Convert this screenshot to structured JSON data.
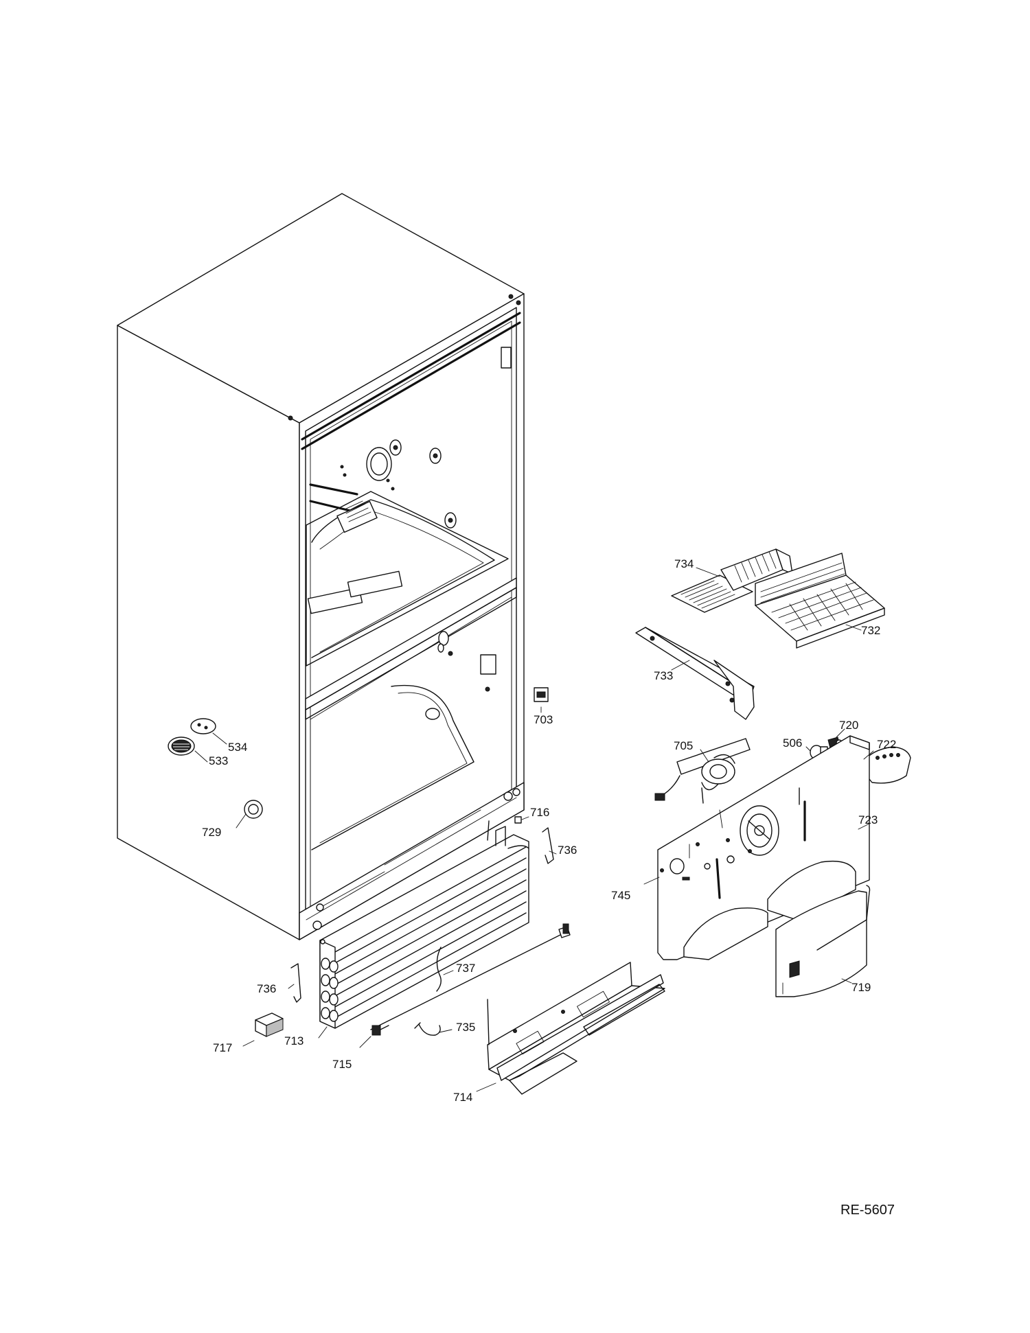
{
  "callouts": [
    {
      "id": "734",
      "text": "734"
    },
    {
      "id": "732",
      "text": "732"
    },
    {
      "id": "733",
      "text": "733"
    },
    {
      "id": "703",
      "text": "703"
    },
    {
      "id": "705",
      "text": "705"
    },
    {
      "id": "506",
      "text": "506"
    },
    {
      "id": "720",
      "text": "720"
    },
    {
      "id": "722",
      "text": "722"
    },
    {
      "id": "534",
      "text": "534"
    },
    {
      "id": "533",
      "text": "533"
    },
    {
      "id": "716",
      "text": "716"
    },
    {
      "id": "723",
      "text": "723"
    },
    {
      "id": "729",
      "text": "729"
    },
    {
      "id": "736a",
      "text": "736"
    },
    {
      "id": "745",
      "text": "745"
    },
    {
      "id": "737",
      "text": "737"
    },
    {
      "id": "736b",
      "text": "736"
    },
    {
      "id": "719",
      "text": "719"
    },
    {
      "id": "735",
      "text": "735"
    },
    {
      "id": "717",
      "text": "717"
    },
    {
      "id": "713",
      "text": "713"
    },
    {
      "id": "715",
      "text": "715"
    },
    {
      "id": "714",
      "text": "714"
    }
  ],
  "reference": "RE-5607"
}
